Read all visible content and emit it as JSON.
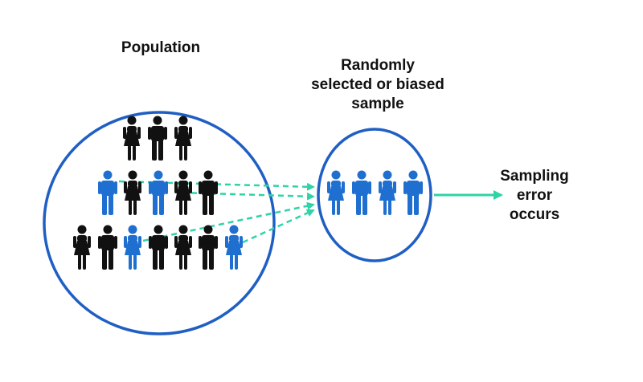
{
  "labels": {
    "population": "Population",
    "sample_line1": "Randomly",
    "sample_line2": "selected or biased",
    "sample_line3": "sample",
    "error_line1": "Sampling",
    "error_line2": "error",
    "error_line3": "occurs"
  },
  "colors": {
    "circle": "#1f5fc4",
    "blue_person": "#1f6fd1",
    "black_person": "#111111",
    "arrow_dashed": "#2ed3a8",
    "arrow_solid": "#2ed3a8"
  },
  "icons": {
    "male": "person-male-icon",
    "female": "person-female-icon"
  }
}
